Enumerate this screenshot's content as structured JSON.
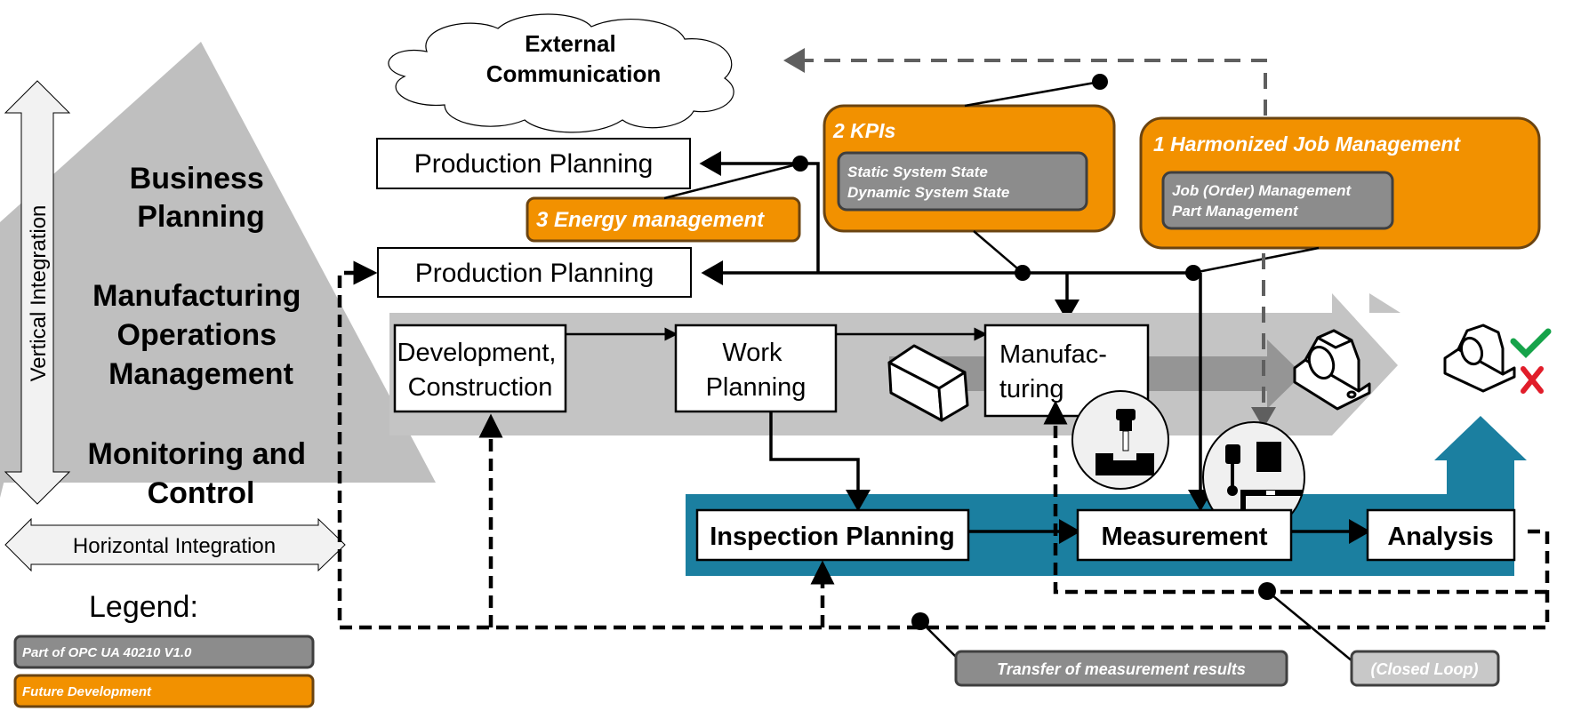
{
  "pyramid": {
    "levels": [
      [
        "Business",
        "Planning"
      ],
      [
        "Manufacturing",
        "Operations",
        "Management"
      ],
      [
        "Monitoring and",
        "Control"
      ]
    ],
    "vertical_label": "Vertical Integration",
    "horizontal_label": "Horizontal Integration"
  },
  "cloud": {
    "lines": [
      "External",
      "Communication"
    ]
  },
  "planning_boxes": {
    "production_planning_top": "Production  Planning",
    "production_planning_bottom": "Production  Planning"
  },
  "future_modules": {
    "kpis": {
      "title": "2 KPIs",
      "items": [
        "Static System State",
        "Dynamic System State"
      ]
    },
    "job_management": {
      "title": "1 Harmonized  Job  Management",
      "items": [
        "Job (Order) Management",
        "Part Management"
      ]
    },
    "energy": {
      "title": "3 Energy  management"
    }
  },
  "process": {
    "development": [
      "Development,",
      "Construction"
    ],
    "work_planning": [
      "Work",
      "Planning"
    ],
    "manufacturing": [
      "Manufac-",
      "turing"
    ]
  },
  "quality": {
    "inspection_planning": "Inspection  Planning",
    "measurement": "Measurement",
    "analysis": "Analysis"
  },
  "legend": {
    "title": "Legend:",
    "items": [
      {
        "label": "Part of OPC UA 40210  V1.0",
        "color": "#8c8c8c"
      },
      {
        "label": "Future  Development",
        "color": "#f29100"
      }
    ]
  },
  "annotations": {
    "transfer": "Transfer of measurement results",
    "closed_loop": "(Closed Loop)"
  },
  "colors": {
    "orange": "#f29100",
    "orange_border": "#6b4411",
    "grey_module": "#8c8c8c",
    "pyramid": "#bfbfbf",
    "process_arrow": "#c4c4c4",
    "process_arrow_dark": "#959595",
    "teal": "#1b7fa0",
    "ok_green": "#16a34a",
    "fail_red": "#e11d2a"
  }
}
